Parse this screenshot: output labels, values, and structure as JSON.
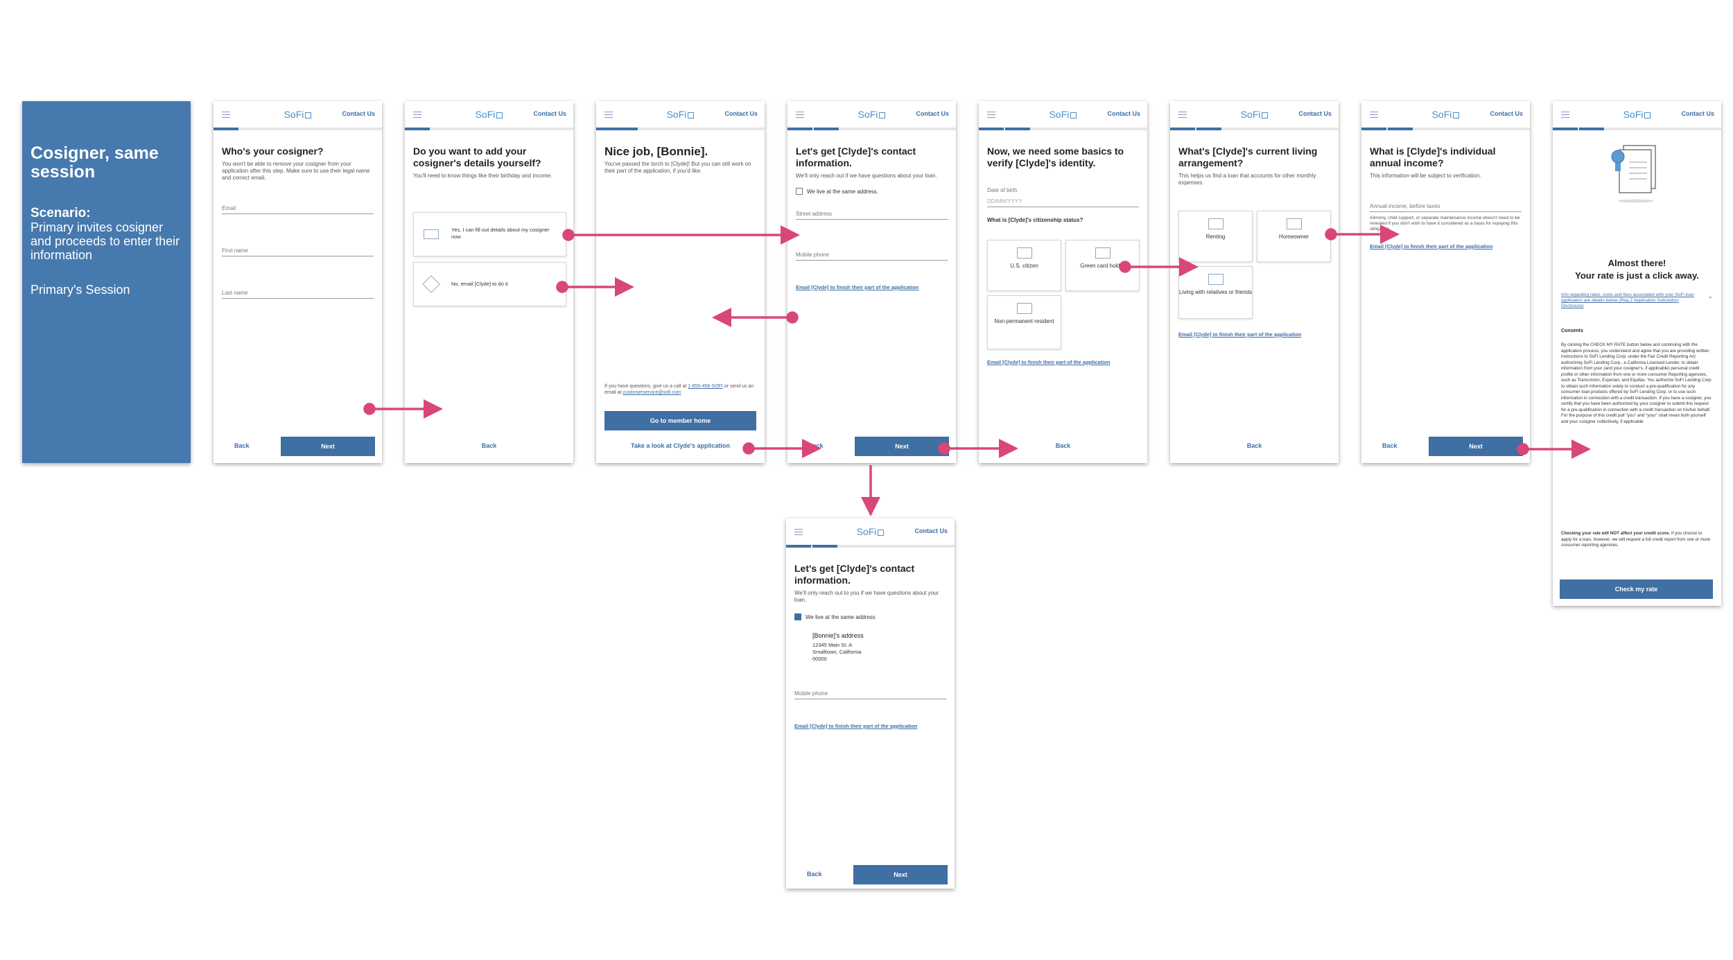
{
  "title_card": {
    "title": "Cosigner, same session",
    "scenario_label": "Scenario:",
    "scenario_text": "Primary invites cosigner and proceeds to enter their information",
    "session": "Primary's Session"
  },
  "common": {
    "logo": "SoFi",
    "contact": "Contact Us",
    "back": "Back",
    "next": "Next",
    "email_link": "Email [Clyde] to finish their part of the application"
  },
  "s1": {
    "question": "Who's your cosigner?",
    "sub": "You won't be able to remove your cosigner from your application after this step. Make sure to use their legal name and correct email.",
    "fields": [
      "Email",
      "First name",
      "Last name"
    ]
  },
  "s2": {
    "question": "Do you want to add your cosigner's details yourself?",
    "sub": "You'll need to know things like their birthday and income.",
    "opt1": "Yes, I can fill out details about my cosigner now",
    "opt2": "No, email [Clyde] to do it"
  },
  "s3": {
    "question": "Nice job, [Bonnie].",
    "sub": "You've passed the torch to [Clyde]! But you can still work on their part of the application, if you'd like.",
    "help1": "If you have questions, give us a call at",
    "phone": "1-855-456-SOFI",
    "help2": "or send us an email at",
    "email": "customerservice@sofi.com",
    "primary_button": "Go to member home",
    "secondary_link": "Take a look at Clyde's application"
  },
  "s4": {
    "question": "Let's get [Clyde]'s contact information.",
    "sub": "We'll only reach out if we have questions about your loan.",
    "checkbox": "We live at the same address.",
    "street": "Street address",
    "phone": "Mobile phone"
  },
  "s5": {
    "question": "Now, we need some basics to verify [Clyde]'s identity.",
    "dob_label": "Date of birth",
    "dob_placeholder": "DD/MM/YYYY",
    "citizenship_q": "What is [Clyde]'s citizenship status?",
    "tiles": [
      "U.S. citizen",
      "Green card holder",
      "Non-permanent resident"
    ]
  },
  "s6": {
    "question": "What's [Clyde]'s current living arrangement?",
    "sub": "This helps us find a loan that accounts for other monthly expenses.",
    "tiles": [
      "Renting",
      "Homeowner",
      "Living with relatives or friends"
    ]
  },
  "s7": {
    "question": "What is [Clyde]'s individual annual income?",
    "sub": "This information will be subject to verification.",
    "field": "Annual income, before taxes",
    "note": "Alimony, child support, or separate maintenance income doesn't need to be revealed if you don't wish to have it considered as a basis for repaying this obligation."
  },
  "s8": {
    "headline1": "Almost there!",
    "headline2": "Your rate is just a click away.",
    "disclosure_link": "Info regarding rates, costs and fees associated with your SoFi loan application are details below (Reg Z Application Solicitation Disclosure)",
    "consents_label": "Consents",
    "consents_text": "By clicking the CHECK MY RATE button below and continuing with the application process, you understand and agree that you are providing written instructions to SoFi Lending Corp. under the Fair Credit Reporting Act authorizing SoFi Lending Corp., a California Licensed Lender, to obtain information from your (and your cosigner's, if applicable) personal credit profile or other information from one or more consumer Reporting agencies, such as TransUnion, Experian, and Equifax. You authorize SoFi Lending Corp to obtain such information solely to conduct a pre-qualification for any consumer loan products offered by SoFi Lending Corp. or to use such information in connection with a credit transaction. If you have a cosigner, you certify that you have been authorized by your cosigner to submit this request for a pre-qualification in connection with a credit transaction on his/her behalf. For the purpose of this credit pull \"you\" and \"your\" shall mean both yourself and your cosigner collectively, if applicable.",
    "score_bold": "Checking your rate will NOT affect your credit score.",
    "score_text": "If you choose to apply for a loan, however, we will request a full credit report from one or more consumer reporting agencies.",
    "button": "Check my rate"
  },
  "s9": {
    "question": "Let's get [Clyde]'s contact information.",
    "sub": "We'll only reach out to you if we have questions about your loan.",
    "checkbox": "We live at the same address",
    "addr_title": "[Bonnie]'s address",
    "addr_lines": [
      "12345 Main St. A",
      "Smalltown, California",
      "00000"
    ],
    "phone": "Mobile phone"
  },
  "colors": {
    "accent": "#3f6fa3",
    "title_card": "#4679ae",
    "arrow": "#d9467a",
    "logo": "#4a8fc9"
  }
}
